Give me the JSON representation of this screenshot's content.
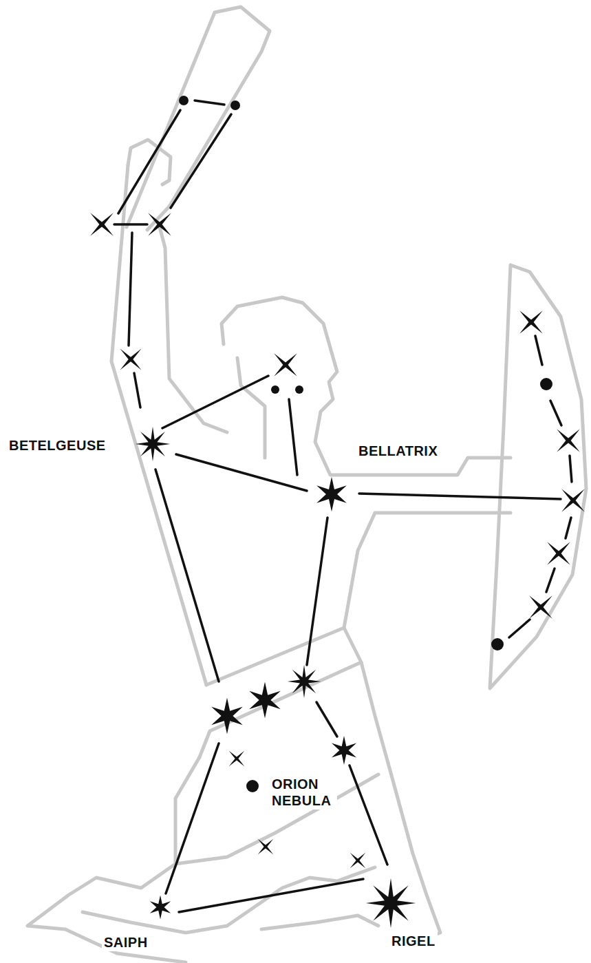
{
  "diagram": {
    "labels": [
      "BETELGEUSE",
      "BELLATRIX",
      "ORION NEBULA",
      "SAIPH",
      "RIGEL"
    ]
  }
}
